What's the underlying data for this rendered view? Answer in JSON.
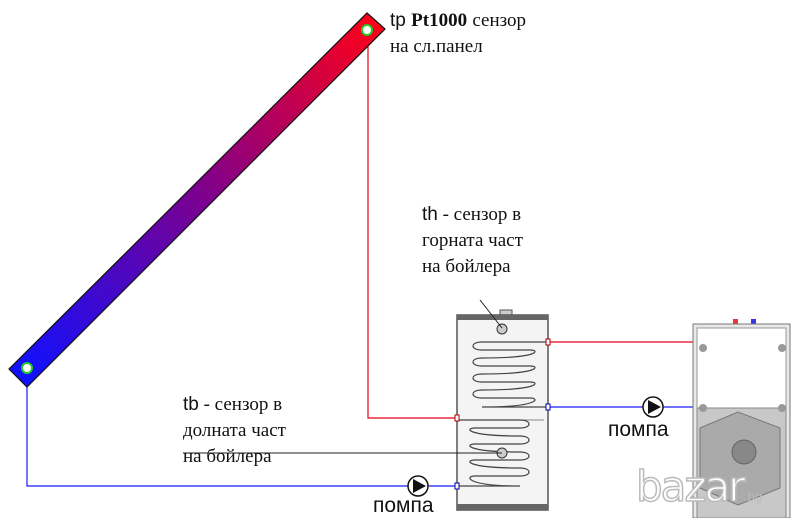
{
  "labels": {
    "tp": {
      "code": "tp",
      "bold": "Pt1000",
      "line1": "сензор",
      "line2": "на сл.панел"
    },
    "th": {
      "code": "th",
      "line1": "- сензор в",
      "line2": "горната част",
      "line3": "на бойлера"
    },
    "tb": {
      "code": "tb",
      "line1": "- сензор в",
      "line2": "долната част",
      "line3": "на бойлера"
    }
  },
  "pumps": [
    "помпа",
    "помпа"
  ],
  "watermark": {
    "text": "bazar",
    "suffix": ".bg"
  },
  "colors": {
    "hot": "#e8001c",
    "cold": "#1a1aff",
    "panel_mid": "#7a0090"
  }
}
